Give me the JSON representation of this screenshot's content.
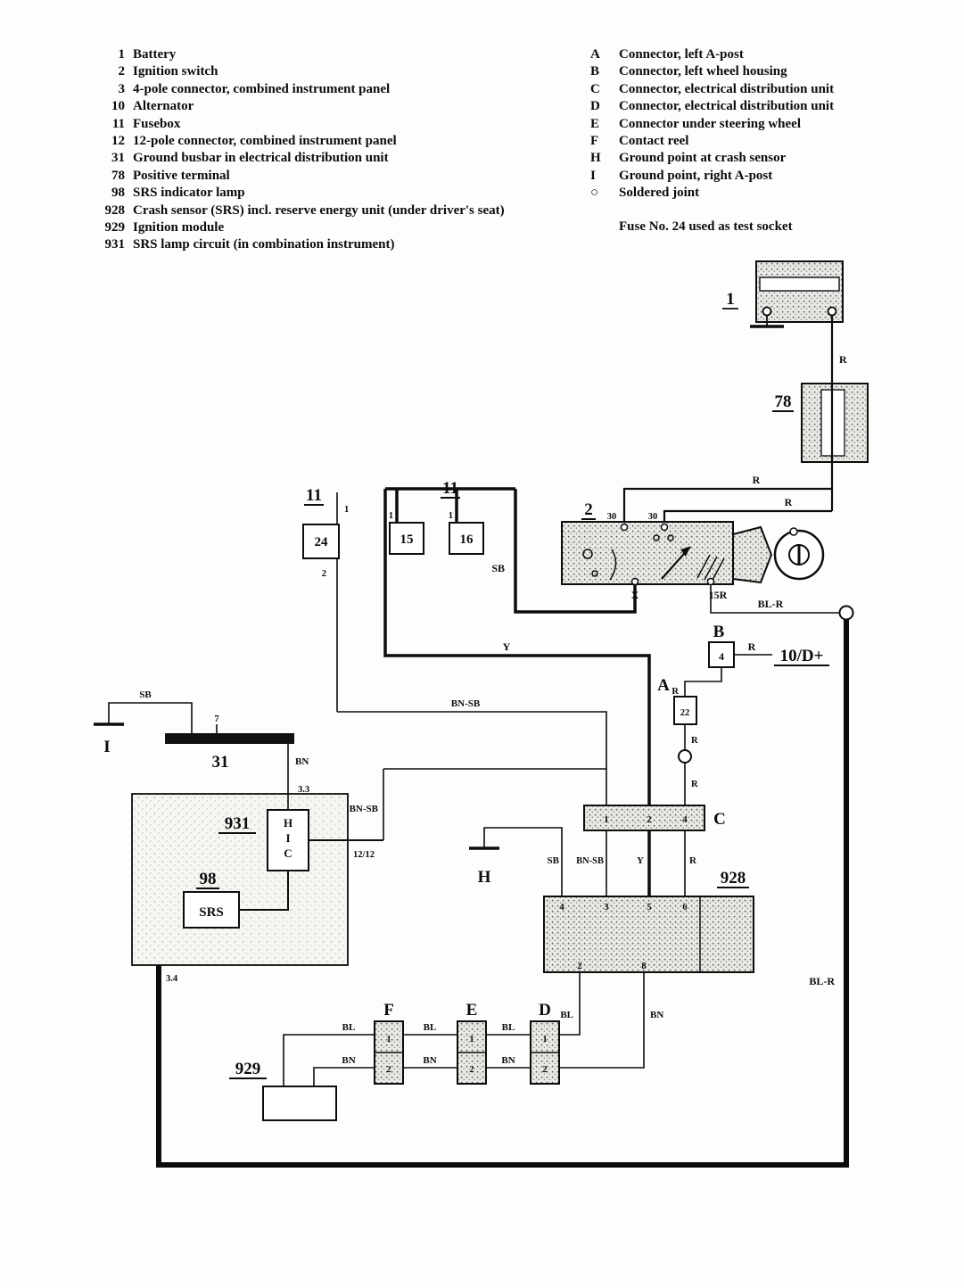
{
  "legend_left": [
    {
      "num": "1",
      "label": "Battery"
    },
    {
      "num": "2",
      "label": "Ignition switch"
    },
    {
      "num": "3",
      "label": "4-pole connector, combined instrument panel"
    },
    {
      "num": "10",
      "label": "Alternator"
    },
    {
      "num": "11",
      "label": "Fusebox"
    },
    {
      "num": "12",
      "label": "12-pole connector, combined instrument panel"
    },
    {
      "num": "31",
      "label": "Ground busbar in electrical distribution unit"
    },
    {
      "num": "78",
      "label": "Positive terminal"
    },
    {
      "num": "98",
      "label": "SRS indicator lamp"
    },
    {
      "num": "928",
      "label": "Crash sensor (SRS) incl. reserve energy unit (under driver's seat)"
    },
    {
      "num": "929",
      "label": "Ignition module"
    },
    {
      "num": "931",
      "label": "SRS lamp circuit (in combination instrument)"
    }
  ],
  "legend_right": [
    {
      "num": "A",
      "label": "Connector, left A-post"
    },
    {
      "num": "B",
      "label": "Connector, left wheel housing"
    },
    {
      "num": "C",
      "label": "Connector, electrical distribution unit"
    },
    {
      "num": "D",
      "label": "Connector, electrical distribution unit"
    },
    {
      "num": "E",
      "label": "Connector under steering wheel"
    },
    {
      "num": "F",
      "label": "Contact reel"
    },
    {
      "num": "H",
      "label": "Ground point at crash sensor"
    },
    {
      "num": "I",
      "label": "Ground point, right A-post"
    },
    {
      "num": "○",
      "label": "Soldered joint"
    }
  ],
  "note": "Fuse No. 24 used as test socket",
  "ref": {
    "battery": "1",
    "pos_terminal": "78",
    "fusebox": "11",
    "ignition": "2",
    "alternator": "10/D+",
    "conn_a": "A",
    "conn_b": "B",
    "conn_c": "C",
    "conn_d": "D",
    "conn_e": "E",
    "conn_f": "F",
    "ground_h": "H",
    "ground_i": "I",
    "busbar": "31",
    "crash_sensor": "928",
    "ignition_module": "929",
    "srs_lamp": "98",
    "lamp_circuit": "931",
    "srs": "SRS"
  },
  "pins": {
    "p1": "1",
    "p2": "2",
    "p3": "3",
    "p4": "4",
    "p5": "5",
    "p6": "6",
    "p7": "7",
    "p8": "8",
    "p15": "15",
    "p16": "16",
    "p22": "22",
    "p24": "24",
    "p30": "30",
    "x": "X",
    "r15": "15R",
    "p33": "3.3",
    "p34": "3.4",
    "p1212": "12/12"
  },
  "wires": {
    "r": "R",
    "sb": "SB",
    "bn": "BN",
    "bl": "BL",
    "y": "Y",
    "bnsb": "BN-SB",
    "blr": "BL-R"
  },
  "hic": {
    "h": "H",
    "i": "I",
    "c": "C"
  }
}
